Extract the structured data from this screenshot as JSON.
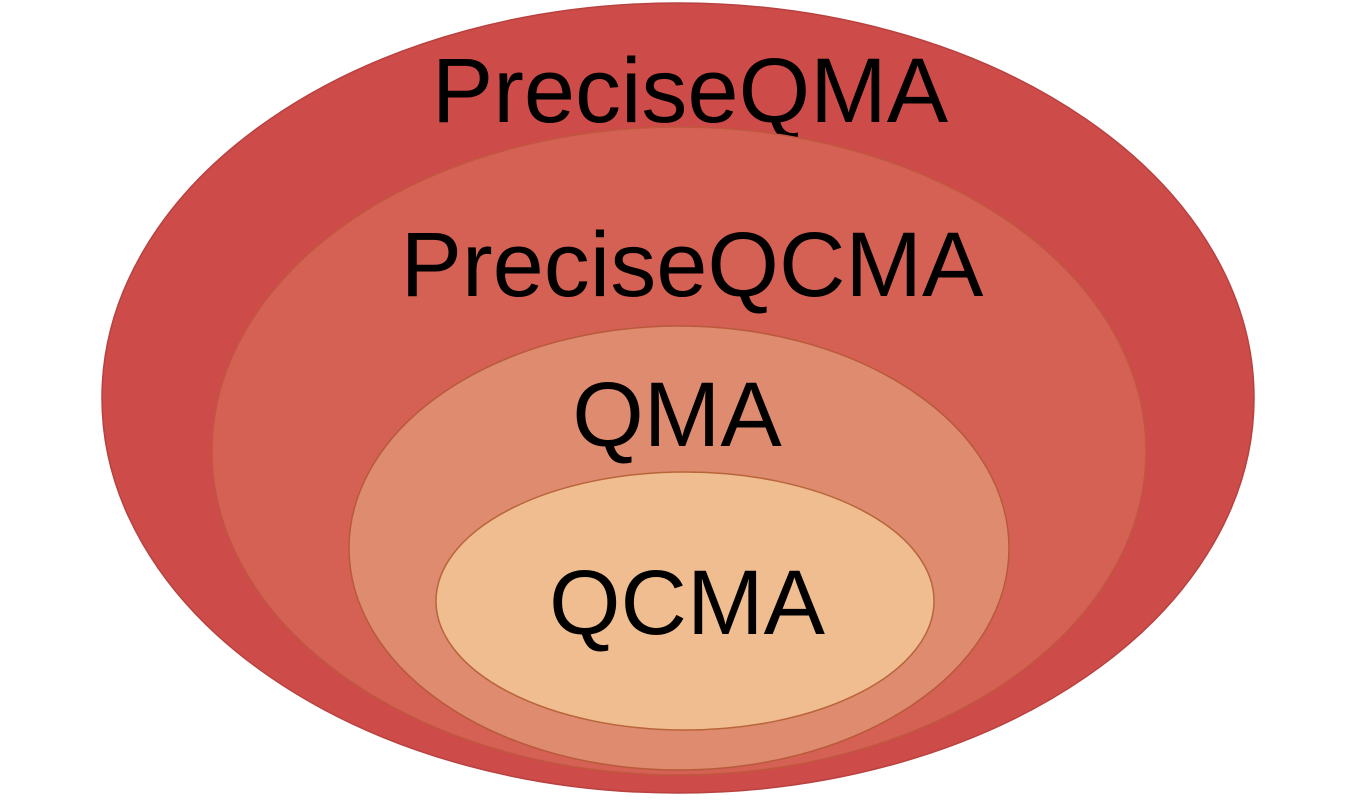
{
  "sets": [
    {
      "id": "preciseqma",
      "label": "PreciseQMA",
      "fill": "#cd4b48",
      "stroke": "#b84240"
    },
    {
      "id": "preciseqcma",
      "label": "PreciseQCMA",
      "fill": "#d56154",
      "stroke": "#c0573f"
    },
    {
      "id": "qma",
      "label": "QMA",
      "fill": "#df8b6f",
      "stroke": "#b85a3a"
    },
    {
      "id": "qcma",
      "label": "QCMA",
      "fill": "#f0bd90",
      "stroke": "#b8653a"
    }
  ]
}
